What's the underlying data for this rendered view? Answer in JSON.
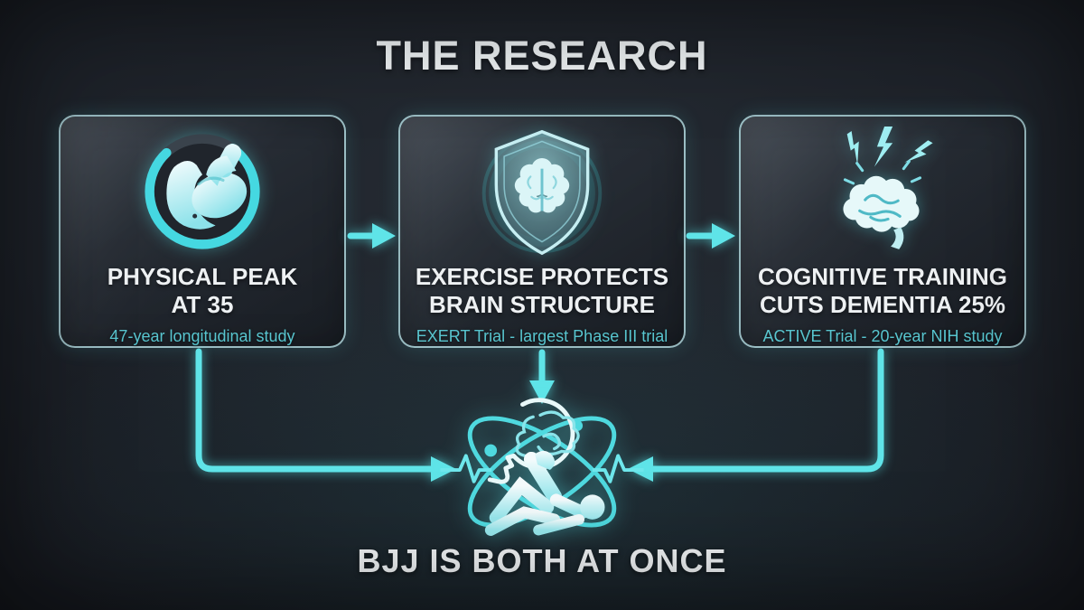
{
  "header": {
    "title": "THE RESEARCH"
  },
  "cards": [
    {
      "icon": "flexed-bicep-progress-ring-icon",
      "title_lines": [
        "PHYSICAL PEAK",
        "AT 35"
      ],
      "subtitle": "47-year longitudinal study"
    },
    {
      "icon": "brain-shield-icon",
      "title_lines": [
        "EXERCISE PROTECTS",
        "BRAIN STRUCTURE"
      ],
      "subtitle": "EXERT Trial - largest Phase III trial"
    },
    {
      "icon": "brain-lightning-icon",
      "title_lines": [
        "COGNITIVE TRAINING",
        "CUTS DEMENTIA 25%"
      ],
      "subtitle": "ACTIVE Trial - 20-year NIH study"
    }
  ],
  "flow": {
    "arrows": [
      "card1-to-card2",
      "card2-to-card3",
      "card2-down-to-center",
      "card1-elbow-to-center",
      "card3-elbow-to-center"
    ],
    "center_icon": "bjj-grappler-brain-atom-icon"
  },
  "footer": {
    "conclusion": "BJJ IS BOTH AT ONCE"
  },
  "colors": {
    "background": "#1b1f26",
    "accent_cyan": "#5fe4e8",
    "subtitle_cyan": "#58c5cf",
    "card_border": "#bae4e9",
    "text_white": "#eef2f4"
  }
}
